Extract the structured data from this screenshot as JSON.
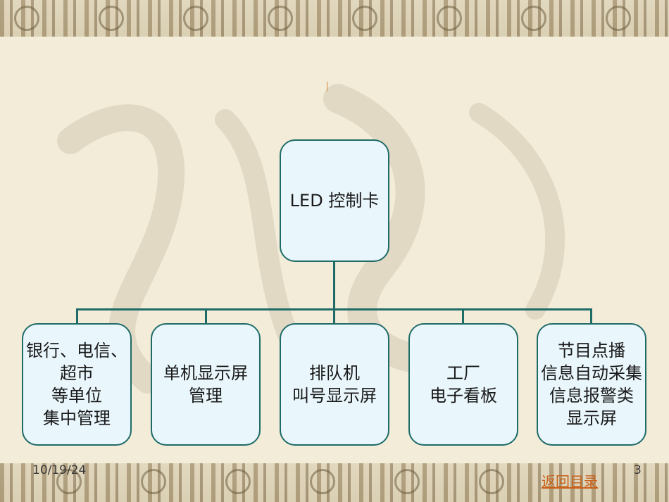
{
  "diagram": {
    "root": {
      "label": "LED 控制卡"
    },
    "children": [
      {
        "label": "银行、电信、\n超市\n等单位\n集中管理"
      },
      {
        "label": "单机显示屏\n管理"
      },
      {
        "label": "排队机\n叫号显示屏"
      },
      {
        "label": "工厂\n电子看板"
      },
      {
        "label": "节目点播\n信息自动采集\n信息报警类\n显示屏"
      }
    ]
  },
  "footer": {
    "date": "10/19/24",
    "page_number": "3",
    "back_link_label": "返回目录"
  },
  "colors": {
    "box_fill": "#e9f6fc",
    "box_border": "#1f6b68",
    "connector": "#1f6b68",
    "link": "#c8611a"
  }
}
